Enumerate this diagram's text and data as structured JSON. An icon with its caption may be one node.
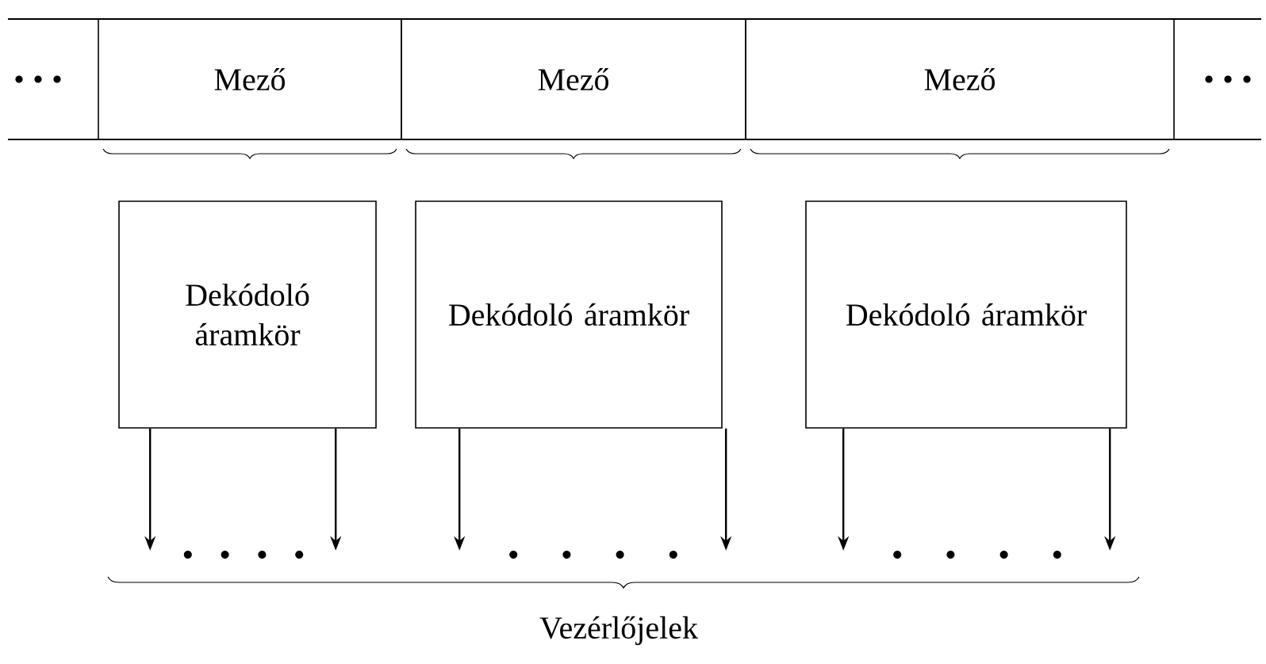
{
  "diagram": {
    "nodes": [
      {
        "text": [
          "Mező"
        ]
      },
      {
        "text": [
          "Mező"
        ]
      },
      {
        "text": [
          "Mező"
        ]
      },
      {
        "text": [
          "Dekódoló áramkör"
        ]
      },
      {
        "text": [
          "Dekódoló áramkör"
        ]
      },
      {
        "text": [
          "Dekódoló áramkör"
        ]
      }
    ],
    "edges": [
      {
        "from": 3,
        "to": null,
        "arrow": "to"
      },
      {
        "from": 3,
        "to": null,
        "arrow": "to"
      },
      {
        "from": 4,
        "to": null,
        "arrow": "to"
      },
      {
        "from": 4,
        "to": null,
        "arrow": "to"
      },
      {
        "from": 5,
        "to": null,
        "arrow": "to"
      },
      {
        "from": 5,
        "to": null,
        "arrow": "to"
      }
    ],
    "labels": [
      "Vezérlőjelek"
    ]
  }
}
